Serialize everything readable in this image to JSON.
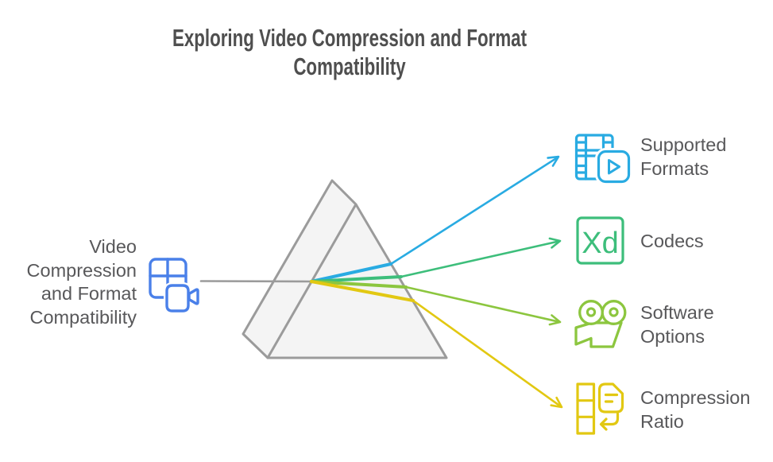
{
  "title": "Exploring Video Compression and Format Compatibility",
  "input_node": {
    "label": "Video Compression and Format Compatibility",
    "lines": [
      "Video",
      "Compression",
      "and Format",
      "Compatibility"
    ],
    "icon": "layout-video-icon",
    "icon_color": "#4a80e9"
  },
  "prism": {
    "fill": "#f4f4f4",
    "stroke": "#9b9b9b"
  },
  "connector_color": "#9b9b9b",
  "outputs": [
    {
      "label": "Supported Formats",
      "lines": [
        "Supported",
        "Formats"
      ],
      "icon": "film-play-icon",
      "color": "#29abe2"
    },
    {
      "label": "Codecs",
      "lines": [
        "Codecs"
      ],
      "icon": "xd-badge-icon",
      "icon_text": "Xd",
      "color": "#3dbe7b"
    },
    {
      "label": "Software Options",
      "lines": [
        "Software",
        "Options"
      ],
      "icon": "movie-camera-icon",
      "color": "#8cc63f"
    },
    {
      "label": "Compression Ratio",
      "lines": [
        "Compression",
        "Ratio"
      ],
      "icon": "document-return-icon",
      "color": "#e2c812"
    }
  ],
  "text_colors": {
    "title": "#4f4f4f",
    "label": "#58585a"
  }
}
